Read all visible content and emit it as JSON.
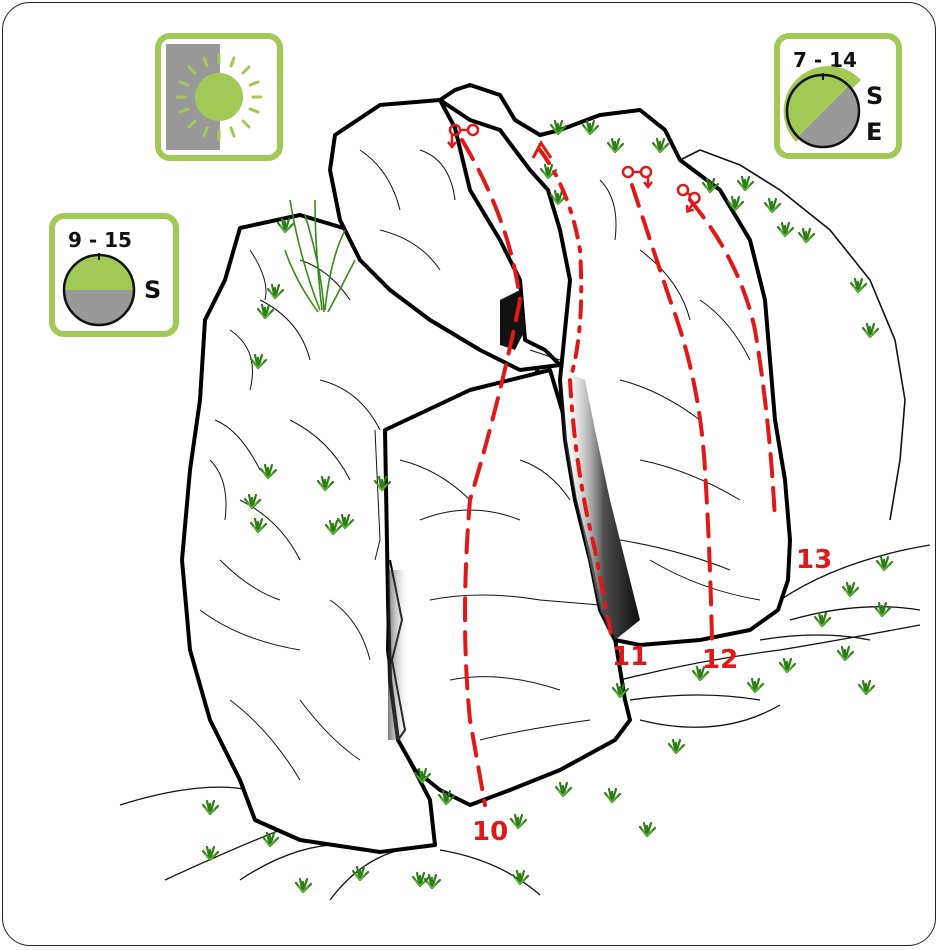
{
  "sun_badge": {
    "icon": "sun-icon",
    "colors": {
      "accent": "#a2c955",
      "shade": "#999999",
      "border": "#a2c955"
    }
  },
  "orientation_left": {
    "hours": "9 - 15",
    "direction": "S"
  },
  "orientation_right": {
    "hours": "7 - 14",
    "direction_1": "S",
    "direction_2": "E"
  },
  "routes": [
    {
      "number": "10"
    },
    {
      "number": "11"
    },
    {
      "number": "12"
    },
    {
      "number": "13"
    }
  ],
  "colors": {
    "route": "#e01818",
    "grass": "#3a8a1a",
    "accent": "#a2c955"
  }
}
